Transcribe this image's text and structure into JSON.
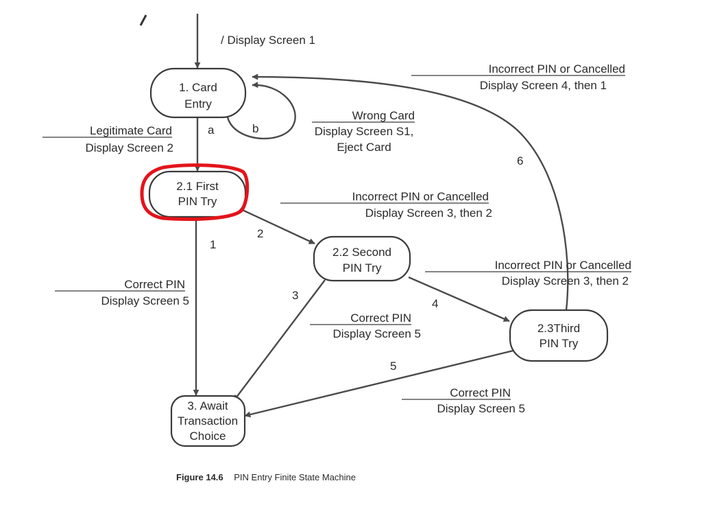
{
  "diagram": {
    "highlight_color": "#e3141b",
    "nodes": {
      "card_entry": {
        "line1": "1. Card",
        "line2": "Entry"
      },
      "first_try": {
        "line1": "2.1 First",
        "line2": "PIN Try"
      },
      "second_try": {
        "line1": "2.2 Second",
        "line2": "PIN Try"
      },
      "third_try": {
        "line1": "2.3Third",
        "line2": "PIN Try"
      },
      "await": {
        "line1": "3. Await",
        "line2": "Transaction",
        "line3": "Choice"
      }
    },
    "edge_ids": {
      "a": "a",
      "b": "b",
      "e1": "1",
      "e2": "2",
      "e3": "3",
      "e4": "4",
      "e5": "5",
      "e6": "6"
    },
    "labels": {
      "start": "/ Display Screen 1",
      "legit_event": "Legitimate Card",
      "legit_action": "Display Screen 2",
      "wrong_event": "Wrong Card",
      "wrong_action_1": "Display Screen S1,",
      "wrong_action_2": "Eject Card",
      "fail1_event": "Incorrect PIN or Cancelled",
      "fail1_action": "Display Screen 3, then 2",
      "fail2_event": "Incorrect PIN or Cancelled",
      "fail2_action": "Display Screen 3, then 2",
      "fail3_event": "Incorrect PIN or Cancelled",
      "fail3_action": "Display Screen 4, then 1",
      "ok1_event": "Correct PIN",
      "ok1_action": "Display Screen 5",
      "ok2_event": "Correct PIN",
      "ok2_action": "Display Screen 5",
      "ok3_event": "Correct PIN",
      "ok3_action": "Display Screen 5"
    },
    "caption": {
      "figure": "Figure 14.6",
      "title": "PIN Entry Finite State Machine"
    }
  }
}
